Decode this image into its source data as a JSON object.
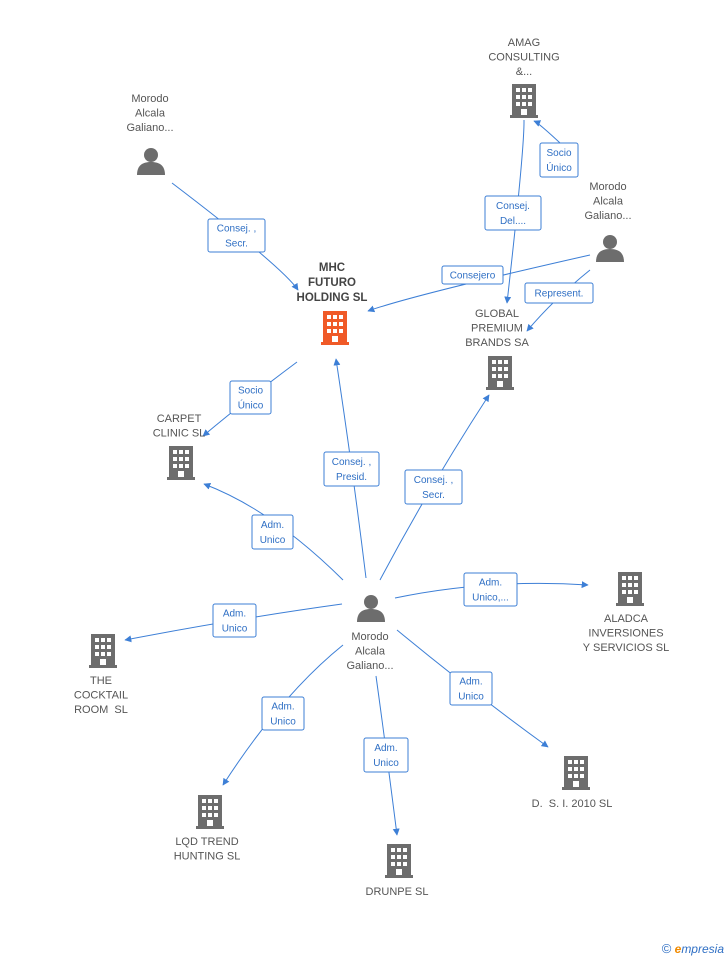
{
  "nodes": [
    {
      "id": "mhc",
      "kind": "company",
      "main": true,
      "lines": [
        "MHC",
        "FUTURO",
        "HOLDING SL"
      ]
    },
    {
      "id": "amag",
      "kind": "company",
      "main": false,
      "lines": [
        "AMAG",
        "CONSULTING",
        "&..."
      ]
    },
    {
      "id": "person_tl",
      "kind": "person",
      "main": false,
      "lines": [
        "Morodo",
        "Alcala",
        "Galiano..."
      ]
    },
    {
      "id": "person_r",
      "kind": "person",
      "main": false,
      "lines": [
        "Morodo",
        "Alcala",
        "Galiano..."
      ]
    },
    {
      "id": "global",
      "kind": "company",
      "main": false,
      "lines": [
        "GLOBAL",
        "PREMIUM",
        "BRANDS SA"
      ]
    },
    {
      "id": "carpet",
      "kind": "company",
      "main": false,
      "lines": [
        "CARPET",
        "CLINIC SL"
      ]
    },
    {
      "id": "center",
      "kind": "person",
      "main": false,
      "lines": [
        "Morodo",
        "Alcala",
        "Galiano..."
      ]
    },
    {
      "id": "aladca",
      "kind": "company",
      "main": false,
      "lines": [
        "ALADCA",
        "INVERSIONES",
        "Y SERVICIOS SL"
      ]
    },
    {
      "id": "cocktail",
      "kind": "company",
      "main": false,
      "lines": [
        "THE",
        "COCKTAIL",
        "ROOM  SL"
      ]
    },
    {
      "id": "dsi",
      "kind": "company",
      "main": false,
      "lines": [
        "D.  S. I. 2010 SL"
      ]
    },
    {
      "id": "lqd",
      "kind": "company",
      "main": false,
      "lines": [
        "LQD TREND",
        "HUNTING SL"
      ]
    },
    {
      "id": "drunpe",
      "kind": "company",
      "main": false,
      "lines": [
        "DRUNPE SL"
      ]
    }
  ],
  "edges": [
    {
      "id": "e1",
      "lines": [
        "Consej. ,",
        "Secr."
      ]
    },
    {
      "id": "e2",
      "lines": [
        "Socio",
        "Único"
      ]
    },
    {
      "id": "e3",
      "lines": [
        "Consej.",
        "Del...."
      ]
    },
    {
      "id": "e4",
      "lines": [
        "Consejero"
      ]
    },
    {
      "id": "e5",
      "lines": [
        "Represent."
      ]
    },
    {
      "id": "e6",
      "lines": [
        "Socio",
        "Único"
      ]
    },
    {
      "id": "e7",
      "lines": [
        "Consej. ,",
        "Presid."
      ]
    },
    {
      "id": "e8",
      "lines": [
        "Consej. ,",
        "Secr."
      ]
    },
    {
      "id": "e9",
      "lines": [
        "Adm.",
        "Unico"
      ]
    },
    {
      "id": "e10",
      "lines": [
        "Adm.",
        "Unico,..."
      ]
    },
    {
      "id": "e11",
      "lines": [
        "Adm.",
        "Unico"
      ]
    },
    {
      "id": "e12",
      "lines": [
        "Adm.",
        "Unico"
      ]
    },
    {
      "id": "e13",
      "lines": [
        "Adm.",
        "Unico"
      ]
    },
    {
      "id": "e14",
      "lines": [
        "Adm.",
        "Unico"
      ]
    }
  ],
  "colors": {
    "edge": "#3d7fd6",
    "node": "#6d6d6d",
    "main_node": "#f05a28"
  },
  "icons": {
    "company": "building-icon",
    "person": "person-icon"
  },
  "footer": {
    "copyright": "©",
    "brand_initial": "e",
    "brand_rest": "mpresia"
  }
}
